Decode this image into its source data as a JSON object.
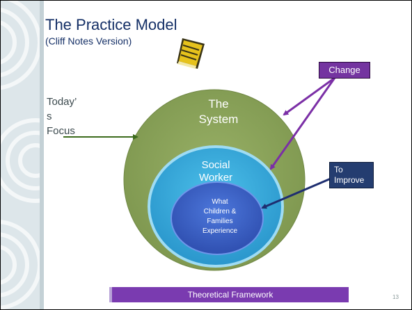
{
  "slide": {
    "title": "The Practice Model",
    "subtitle": "(Cliff Notes Version)",
    "page_number": "13"
  },
  "diagram": {
    "outer_circle_label_line1": "The",
    "outer_circle_label_line2": "System",
    "middle_circle_label_line1": "Social",
    "middle_circle_label_line2": "Worker",
    "inner_circle_label_line1": "What",
    "inner_circle_label_line2": "Children &",
    "inner_circle_label_line3": "Families",
    "inner_circle_label_line4": "Experience",
    "focus_label_line1": "Today’",
    "focus_label_line2": "s",
    "focus_label_line3": "Focus",
    "change_label": "Change",
    "improve_label_line1": "To",
    "improve_label_line2": "Improve",
    "framework_label": "Theoretical Framework"
  },
  "colors": {
    "outer_circle": "#8ea65d",
    "middle_circle": "#3fb3e0",
    "inner_circle": "#3b62c8",
    "change_box": "#7434a0",
    "improve_box": "#243d70",
    "framework_bar": "#7a3bb0",
    "title_text": "#142f66"
  }
}
